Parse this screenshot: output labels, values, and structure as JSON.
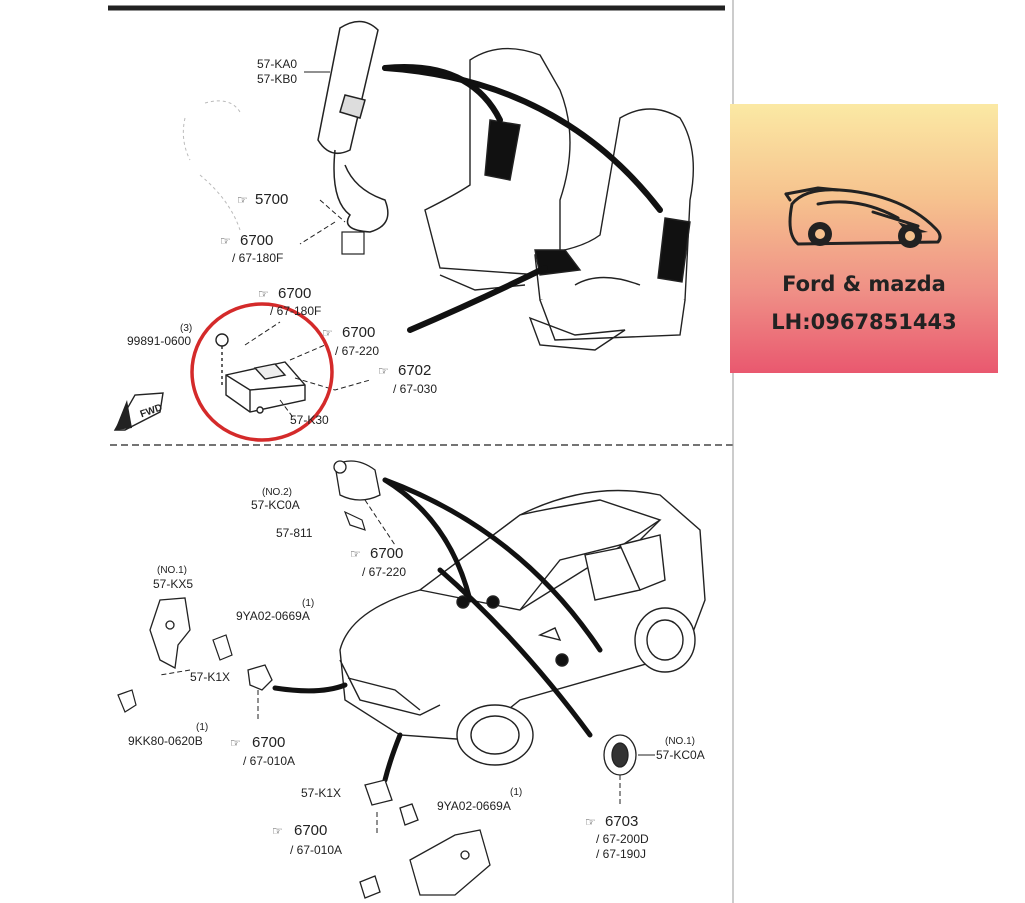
{
  "promo": {
    "brand": "Ford & mazda",
    "phone": "LH:0967851443"
  },
  "labels": {
    "p57ka0": "57-KA0",
    "p57kb0": "57-KB0",
    "r5700": "5700",
    "r6700a": "6700",
    "r67180f_a": "/ 67-180F",
    "r6700b": "6700",
    "r67180f_b": "/ 67-180F",
    "r6700c": "6700",
    "r67220_a": "/ 67-220",
    "r6702": "6702",
    "r67030": "/ 67-030",
    "qty3": "(3)",
    "p99891": "99891-0600",
    "fwd": "FWD",
    "p57k30": "57-K30",
    "no2": "(NO.2)",
    "p57kc0a_top": "57-KC0A",
    "p57811": "57-811",
    "r6700d": "6700",
    "r67220_b": "/ 67-220",
    "no1_a": "(NO.1)",
    "p57kx5": "57-KX5",
    "qty1_a": "(1)",
    "p9ya02_a": "9YA02-0669A",
    "p57k1x_a": "57-K1X",
    "qty1_b": "(1)",
    "p9kk80": "9KK80-0620B",
    "r6700e": "6700",
    "r67010a_a": "/ 67-010A",
    "p57k1x_b": "57-K1X",
    "qty1_c": "(1)",
    "p9ya02_b": "9YA02-0669A",
    "r6700f": "6700",
    "r67010a_b": "/ 67-010A",
    "no1_b": "(NO.1)",
    "p57kc0a_bot": "57-KC0A",
    "r6703": "6703",
    "r67200d": "/ 67-200D",
    "r67190j": "/ 67-190J"
  },
  "colors": {
    "highlight_circle": "#d42a2a",
    "line": "#222222"
  }
}
